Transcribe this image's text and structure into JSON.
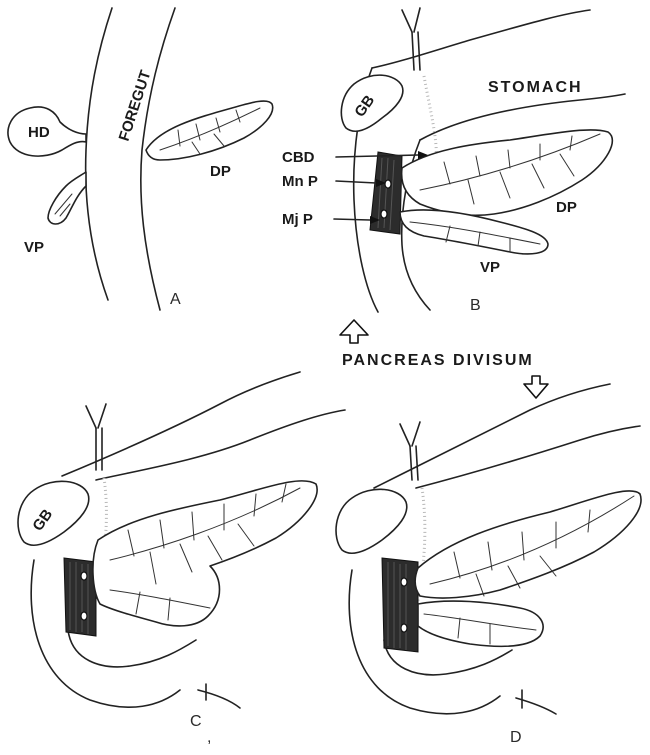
{
  "panels": {
    "a": {
      "letter": "A",
      "foregut_label": "FOREGUT",
      "hd_label": "HD",
      "vp_label": "VP",
      "dp_label": "DP"
    },
    "b": {
      "letter": "B",
      "gb_label": "GB",
      "stomach_label": "STOMACH",
      "cbd_label": "CBD",
      "mnp_label": "Mn P",
      "mjp_label": "Mj P",
      "dp_label": "DP",
      "vp_label": "VP"
    },
    "c": {
      "letter": "C",
      "gb_label": "GB"
    },
    "d": {
      "letter": "D"
    }
  },
  "title": "PANCREAS DIVISUM",
  "footer_mark": ","
}
